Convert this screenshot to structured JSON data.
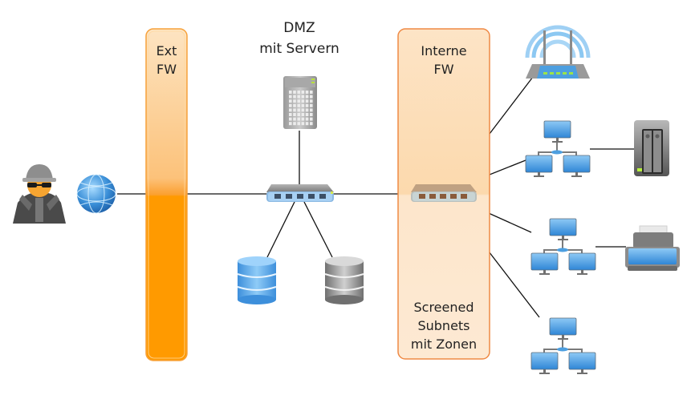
{
  "title": "DMZ network diagram",
  "labels": {
    "ext_fw": "Ext\nFW",
    "dmz": "DMZ\nmit Servern",
    "int_fw": "Interne\nFW",
    "screened": "Screened\nSubnets\nmit Zonen"
  },
  "nodes": [
    {
      "id": "attacker",
      "icon": "hacker-icon"
    },
    {
      "id": "internet",
      "icon": "globe-icon"
    },
    {
      "id": "ext-firewall",
      "icon": "firewall-bar"
    },
    {
      "id": "dmz-server",
      "icon": "server-icon"
    },
    {
      "id": "dmz-switch",
      "icon": "switch-icon"
    },
    {
      "id": "db-blue",
      "icon": "database-icon"
    },
    {
      "id": "db-gray",
      "icon": "database-icon"
    },
    {
      "id": "int-firewall",
      "icon": "firewall-zone"
    },
    {
      "id": "int-switch",
      "icon": "switch-icon"
    },
    {
      "id": "wifi-router",
      "icon": "wireless-router-icon"
    },
    {
      "id": "lan-1",
      "icon": "network-computers-icon"
    },
    {
      "id": "nas",
      "icon": "nas-storage-icon"
    },
    {
      "id": "lan-2",
      "icon": "network-computers-icon"
    },
    {
      "id": "printer",
      "icon": "printer-icon"
    },
    {
      "id": "lan-3",
      "icon": "network-computers-icon"
    }
  ],
  "connections": [
    [
      "internet",
      "ext-firewall"
    ],
    [
      "ext-firewall",
      "dmz-switch"
    ],
    [
      "dmz-server",
      "dmz-switch"
    ],
    [
      "dmz-switch",
      "db-blue"
    ],
    [
      "dmz-switch",
      "db-gray"
    ],
    [
      "dmz-switch",
      "int-switch"
    ],
    [
      "int-switch",
      "wifi-router"
    ],
    [
      "int-switch",
      "lan-1"
    ],
    [
      "int-switch",
      "lan-2"
    ],
    [
      "int-switch",
      "lan-3"
    ],
    [
      "lan-1",
      "nas"
    ],
    [
      "lan-2",
      "printer"
    ]
  ],
  "colors": {
    "firewall_orange": "#ff9900",
    "firewall_light": "#fde2be",
    "zone_fill": "#fde0bd",
    "zone_border": "#f08a3c",
    "device_blue": "#4d9fe0",
    "device_gray": "#8c8c8c",
    "line": "#111111"
  }
}
